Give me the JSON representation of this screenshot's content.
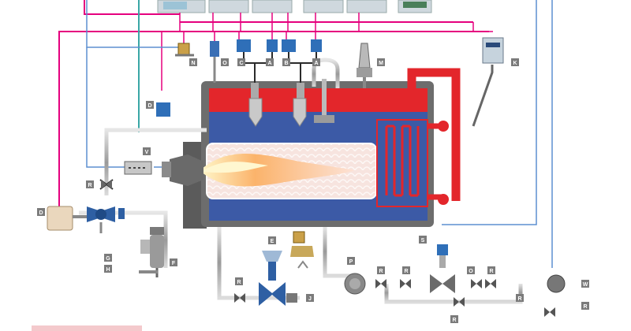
{
  "labels": {
    "N": "N",
    "O": "O",
    "C1": "C",
    "A1": "A",
    "B": "B",
    "A2": "A",
    "M": "M",
    "K": "K",
    "D_top": "D",
    "V": "V",
    "R_left": "R",
    "D_left": "D",
    "G": "G",
    "H": "H",
    "F": "F",
    "E": "E",
    "R_bottom": "R",
    "J": "J",
    "P": "P",
    "S": "S",
    "R_s1": "R",
    "R_s2": "R",
    "O_s": "O",
    "R_s3": "R",
    "W": "W",
    "R_b1": "R",
    "R_b2": "R",
    "R_b3": "R"
  },
  "colors": {
    "magenta_line": "#e5007e",
    "blue_line": "#5d8fd1",
    "teal_line": "#3aa7a6",
    "boiler_red": "#e3262b",
    "water_blue": "#3c5aa6",
    "shell_grey": "#6d6d6d",
    "tag_grey": "#7b7b7b",
    "flame_orange": "#f47a3a"
  }
}
